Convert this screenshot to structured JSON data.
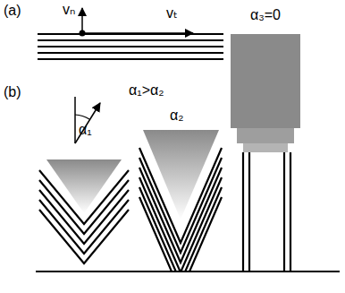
{
  "diagram": {
    "labels": [
      "(a)",
      "vₙ",
      "vₜ",
      "(b)",
      "α₁>α₂",
      "α₁",
      "α₂",
      "α₃=0"
    ]
  }
}
